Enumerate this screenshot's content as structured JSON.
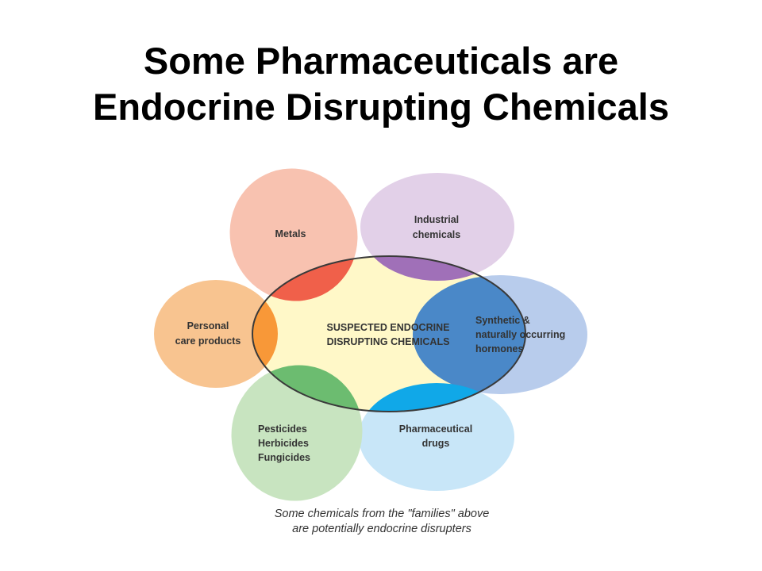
{
  "title": {
    "line1": "Some Pharmaceuticals are",
    "line2": "Endocrine Disrupting Chemicals"
  },
  "diagram": {
    "center": {
      "line1": "SUSPECTED ENDOCRINE",
      "line2": "DISRUPTING CHEMICALS",
      "color": "#FFF8C8"
    },
    "petals": {
      "metals": {
        "lines": [
          "Metals"
        ],
        "color": "#F8C2B0",
        "overlap": "#F0604A"
      },
      "industrial": {
        "lines": [
          "Industrial",
          "chemicals"
        ],
        "color": "#E2D0E8",
        "overlap": "#A070B8"
      },
      "hormones": {
        "lines": [
          "Synthetic &",
          "naturally occurring",
          "hormones"
        ],
        "color": "#B8CCEC",
        "overlap": "#4A88C8"
      },
      "pharma": {
        "lines": [
          "Pharmaceutical",
          "drugs"
        ],
        "color": "#C8E6F8",
        "overlap": "#10A8E8"
      },
      "pesticides": {
        "lines": [
          "Pesticides",
          "Herbicides",
          "Fungicides"
        ],
        "color": "#C8E4C0",
        "overlap": "#6CBC70"
      },
      "personal": {
        "lines": [
          "Personal",
          "care products"
        ],
        "color": "#F8C490",
        "overlap": "#F89838"
      }
    },
    "caption": {
      "line1": "Some chemicals from the \"families\" above",
      "line2": "are potentially endocrine disrupters"
    }
  }
}
